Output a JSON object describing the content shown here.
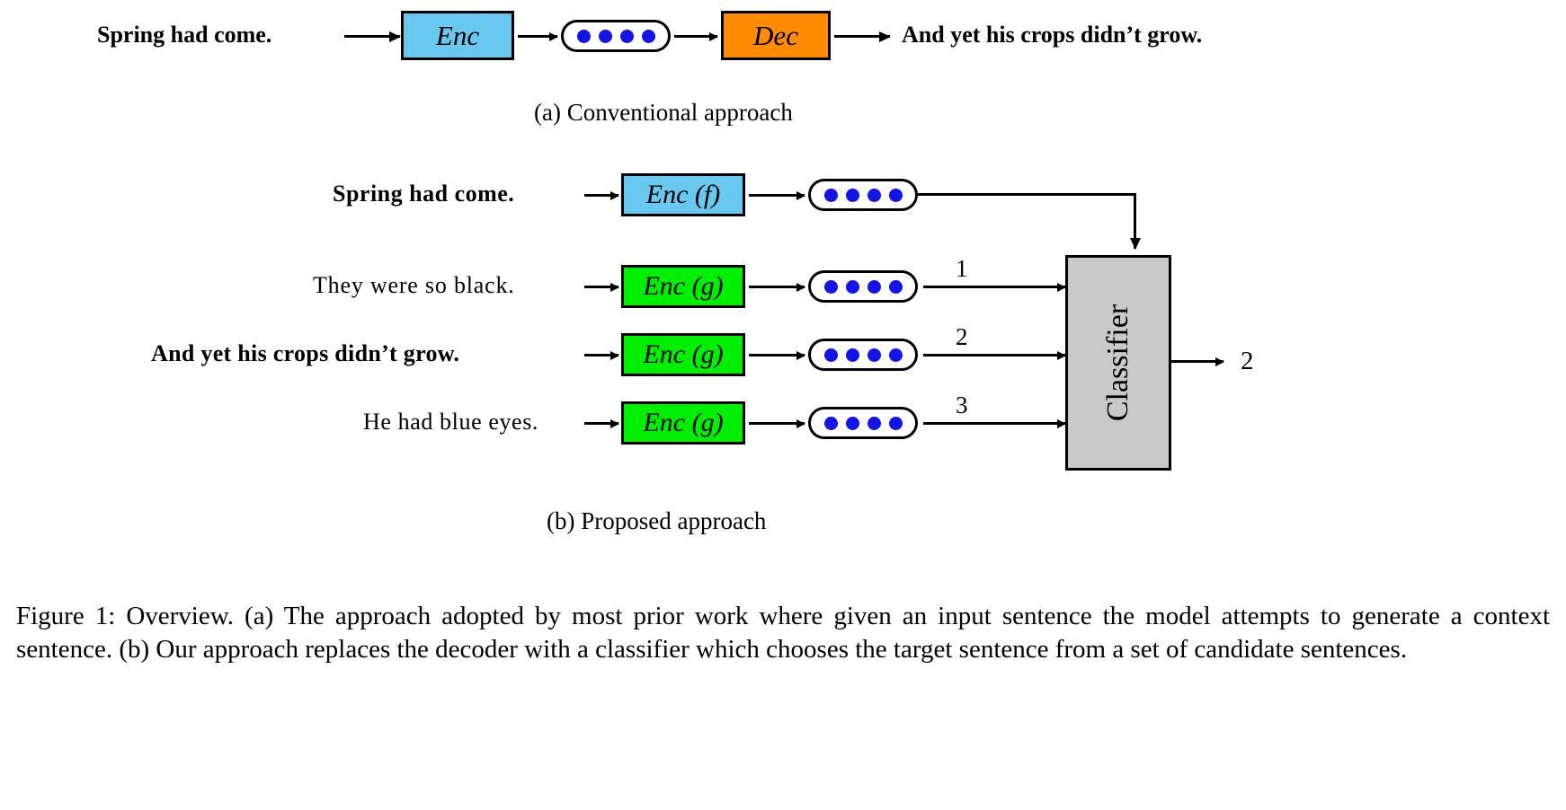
{
  "figure": {
    "caption": "Figure 1: Overview. (a) The approach adopted by most prior work where given an input sentence the model attempts to generate a context sentence. (b) Our approach replaces the decoder with a classifier which chooses the target sentence from a set of candidate sentences.",
    "subcaption_a": "(a) Conventional approach",
    "subcaption_b": "(b) Proposed approach"
  },
  "colors": {
    "encoder_f": "#69C8F0",
    "decoder": "#FF8C00",
    "encoder_g": "#00EE00",
    "classifier": "#C9C9C9",
    "latent_dot": "#1414E6",
    "stroke": "#000000"
  },
  "panel_a": {
    "input_sentence": "Spring had come.",
    "encoder_label": "Enc",
    "latent_dots": 4,
    "decoder_label": "Dec",
    "output_sentence": "And yet his crops didn’t grow."
  },
  "panel_b": {
    "query": {
      "sentence": "Spring had come.",
      "encoder_label": "Enc (f)",
      "latent_dots": 4
    },
    "candidates": [
      {
        "sentence": "They were so black.",
        "encoder_label": "Enc (g)",
        "latent_dots": 4,
        "rank": "1",
        "bold": false
      },
      {
        "sentence": "And yet his crops didn’t grow.",
        "encoder_label": "Enc (g)",
        "latent_dots": 4,
        "rank": "2",
        "bold": true
      },
      {
        "sentence": "He had blue eyes.",
        "encoder_label": "Enc (g)",
        "latent_dots": 4,
        "rank": "3",
        "bold": false
      }
    ],
    "classifier_label": "Classifier",
    "classifier_output": "2"
  }
}
